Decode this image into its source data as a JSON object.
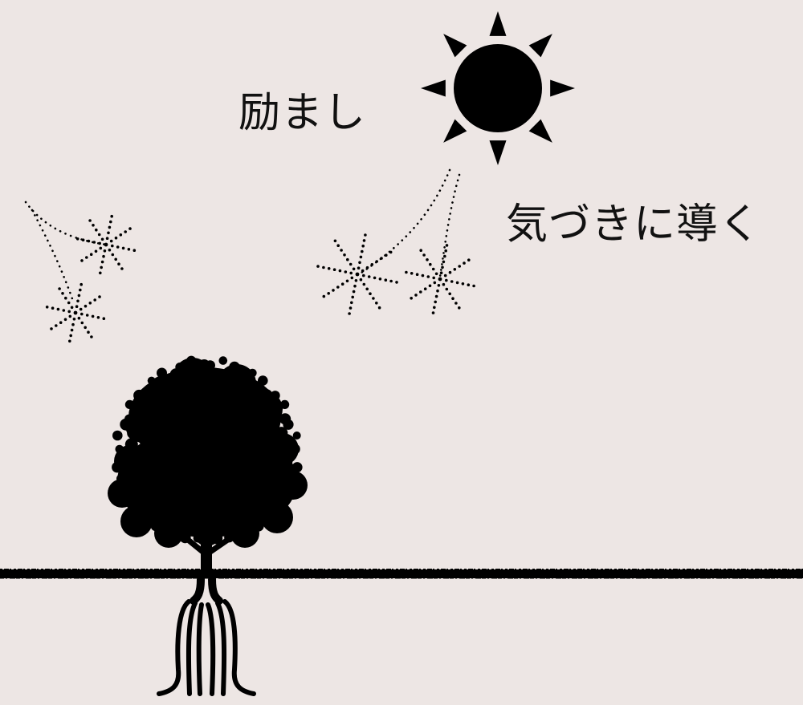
{
  "labels": {
    "encouragement": "励まし",
    "lead_to_awareness": "気づきに導く"
  },
  "colors": {
    "background": "#ede6e4",
    "ink": "#000000"
  },
  "icons": {
    "sun": "sun-icon",
    "tree": "tree-icon",
    "sparkles": "sparkle-icon",
    "ground": "ground-line"
  }
}
